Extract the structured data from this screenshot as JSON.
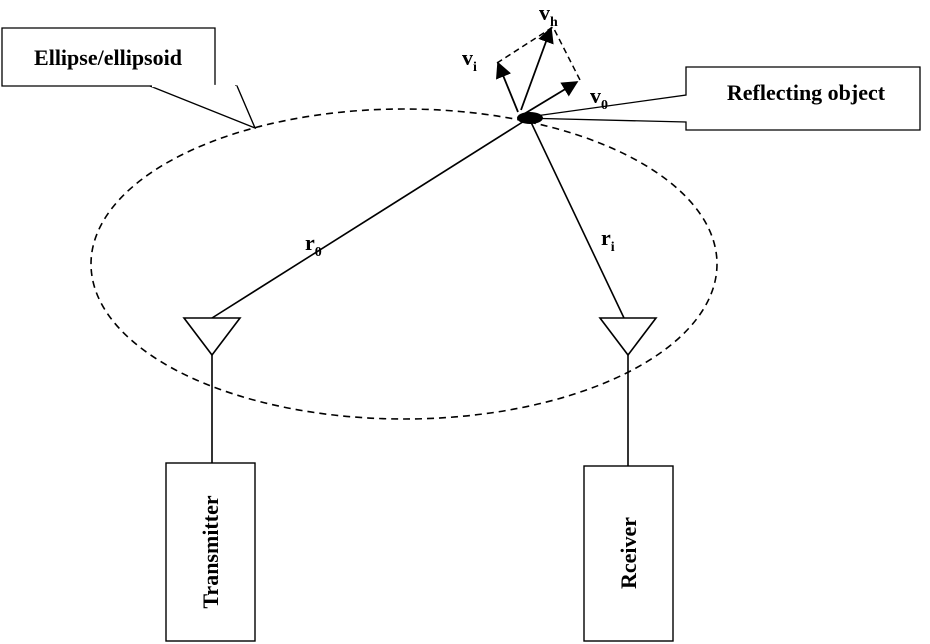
{
  "callouts": {
    "ellipse": "Ellipse/ellipsoid",
    "reflector": "Reflecting object"
  },
  "devices": {
    "transmitter": "Transmitter",
    "receiver": "Rceiver"
  },
  "paths": {
    "r0": {
      "symbol": "r",
      "subscript": "0"
    },
    "ri": {
      "symbol": "r",
      "subscript": "i"
    }
  },
  "velocities": {
    "vi": {
      "symbol": "v",
      "subscript": "i"
    },
    "vh": {
      "symbol": "v",
      "subscript": "h"
    },
    "v0": {
      "symbol": "v",
      "subscript": "0"
    }
  },
  "colors": {
    "stroke": "#000000",
    "background": "#ffffff"
  }
}
